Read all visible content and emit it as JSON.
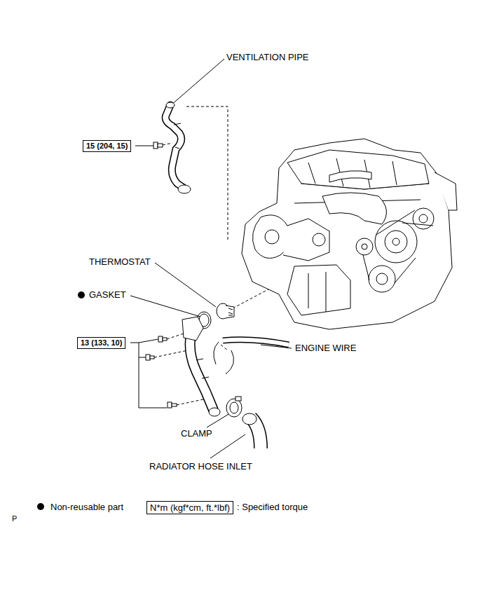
{
  "diagram": {
    "nodes": [
      {
        "text": [
          "15 (204, 15)"
        ]
      },
      {
        "text": [
          "13 (133, 10)"
        ]
      },
      {
        "text": [
          "N*m (kgf*cm, ft.*lbf)"
        ]
      }
    ],
    "labels": [
      "VENTILATION PIPE",
      "THERMOSTAT",
      "GASKET",
      "ENGINE WIRE",
      "CLAMP",
      "RADIATOR HOSE INLET",
      "P"
    ],
    "legend": [
      {
        "text": "Non-reusable part"
      },
      {
        "text": ": Specified torque"
      }
    ]
  }
}
